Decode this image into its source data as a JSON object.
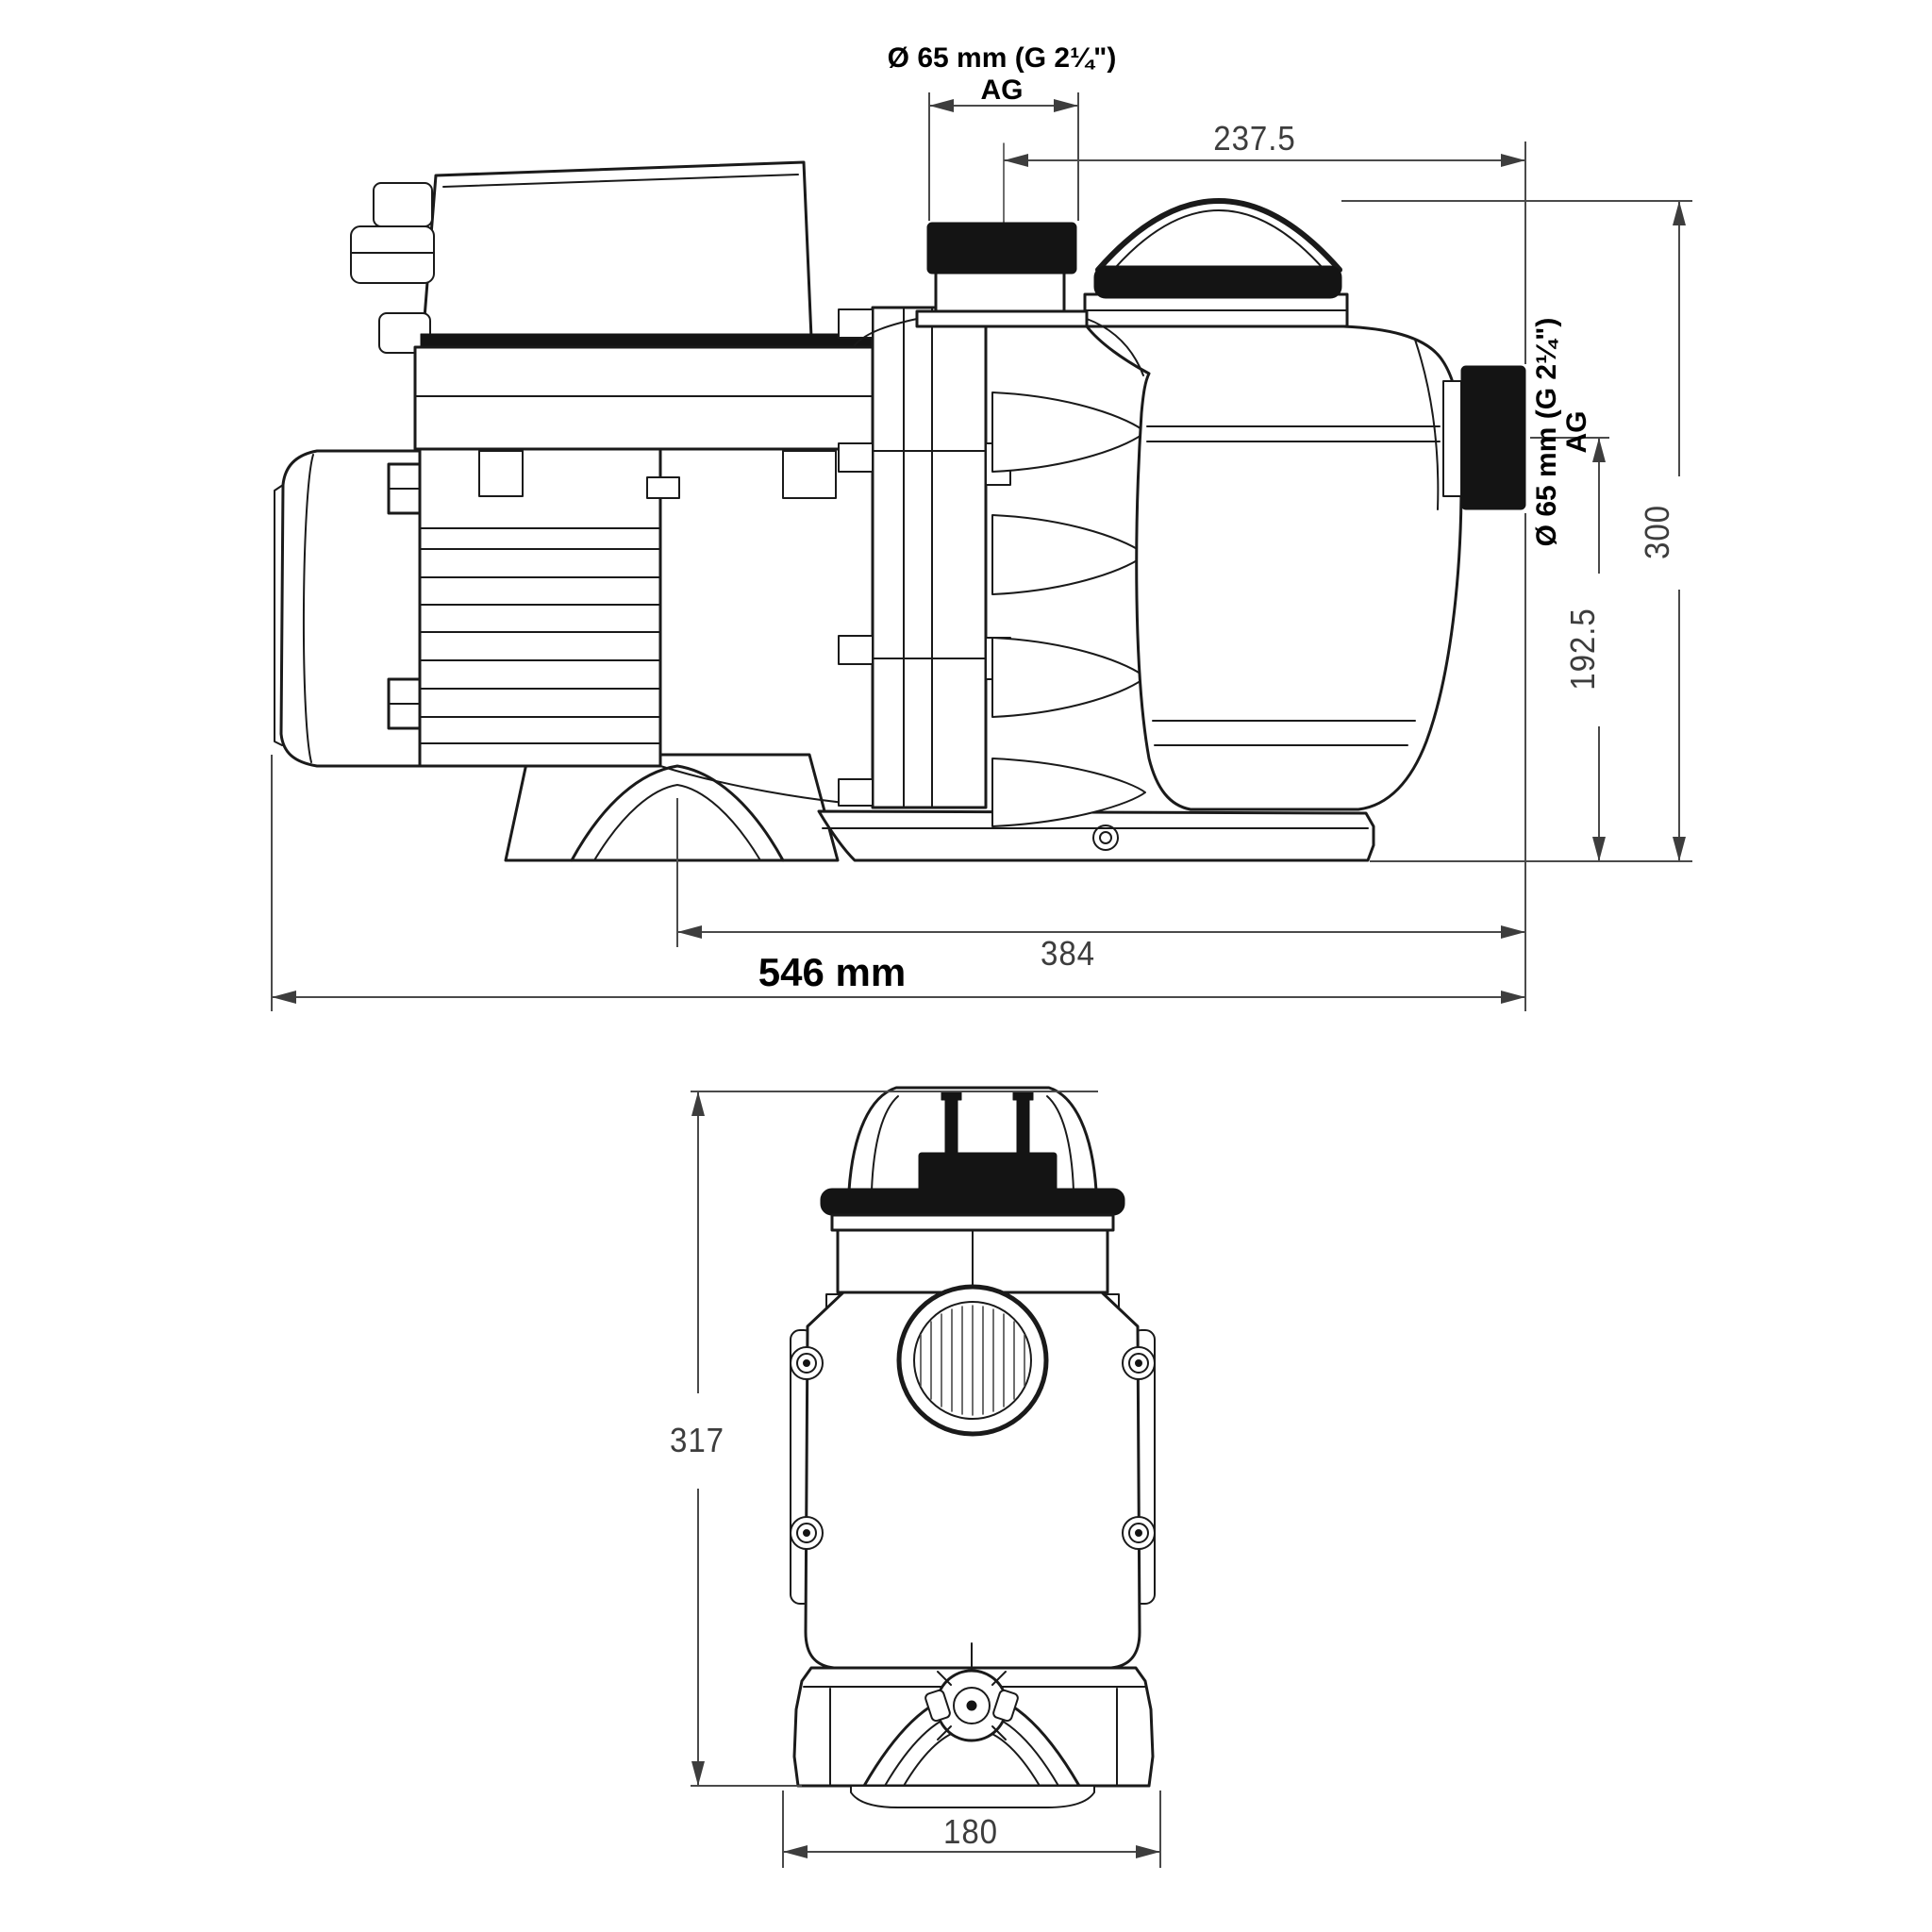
{
  "page": {
    "background": "#ffffff",
    "line_color": "#1a1a1a",
    "dim_color": "#3d3d3d",
    "thread_fill_color": "#141414"
  },
  "side_view": {
    "port_top": {
      "diameter_label": "Ø 65 mm (G 2¼\")",
      "thread_label": "AG"
    },
    "port_right": {
      "diameter_label": "Ø 65 mm (G 2¼\")",
      "thread_label": "AG"
    },
    "dim_port_center_to_outlet_face": "237.5",
    "dim_overall_height": "300",
    "dim_outlet_center_height": "192.5",
    "dim_base_length": "384",
    "dim_overall_length": "546 mm"
  },
  "front_view": {
    "dim_overall_height": "317",
    "dim_base_width": "180"
  }
}
